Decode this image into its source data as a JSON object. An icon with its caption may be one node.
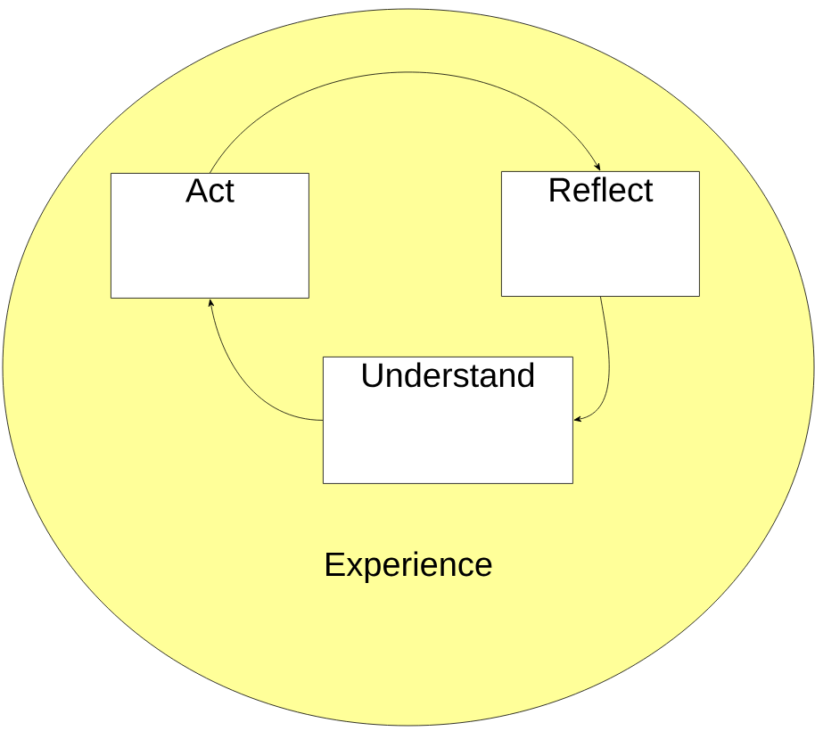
{
  "diagram": {
    "nodes": [
      {
        "text": [
          "Experience"
        ]
      },
      {
        "text": [
          "Act"
        ],
        "in": 0
      },
      {
        "text": [
          "Reflect"
        ],
        "in": 0
      },
      {
        "text": [
          "Understand"
        ],
        "in": 0
      }
    ],
    "edges": [
      {
        "from": 1,
        "to": 2,
        "arrow": "to"
      },
      {
        "from": 2,
        "to": 3,
        "arrow": "to"
      },
      {
        "from": 3,
        "to": 1,
        "arrow": "to"
      }
    ]
  }
}
